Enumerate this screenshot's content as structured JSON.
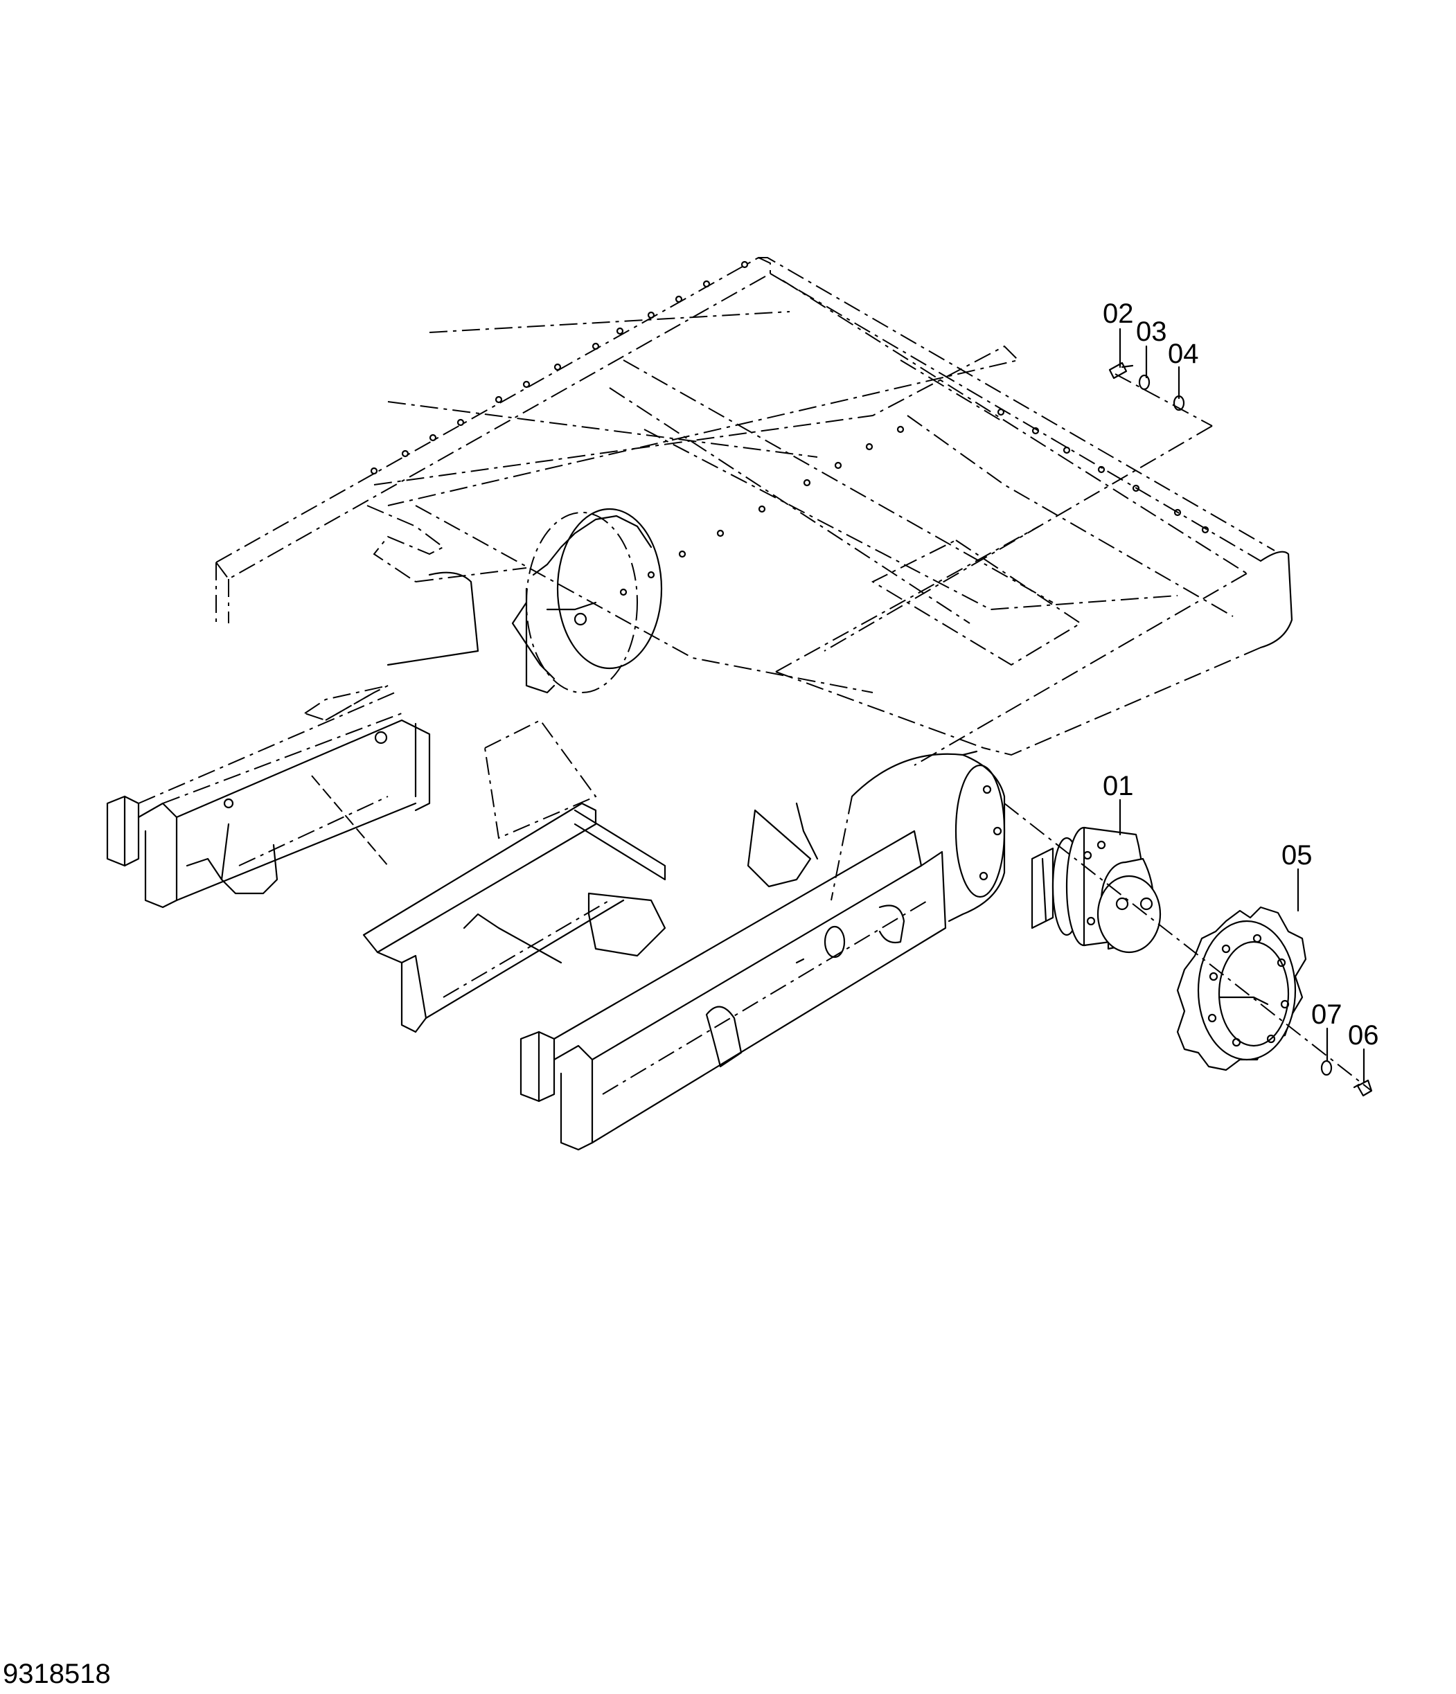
{
  "drawing_number": "9318518",
  "callouts": {
    "c01": "01",
    "c02": "02",
    "c03": "03",
    "c04": "04",
    "c05": "05",
    "c06": "06",
    "c07": "07"
  },
  "colors": {
    "line": "#000000",
    "background": "#ffffff"
  }
}
